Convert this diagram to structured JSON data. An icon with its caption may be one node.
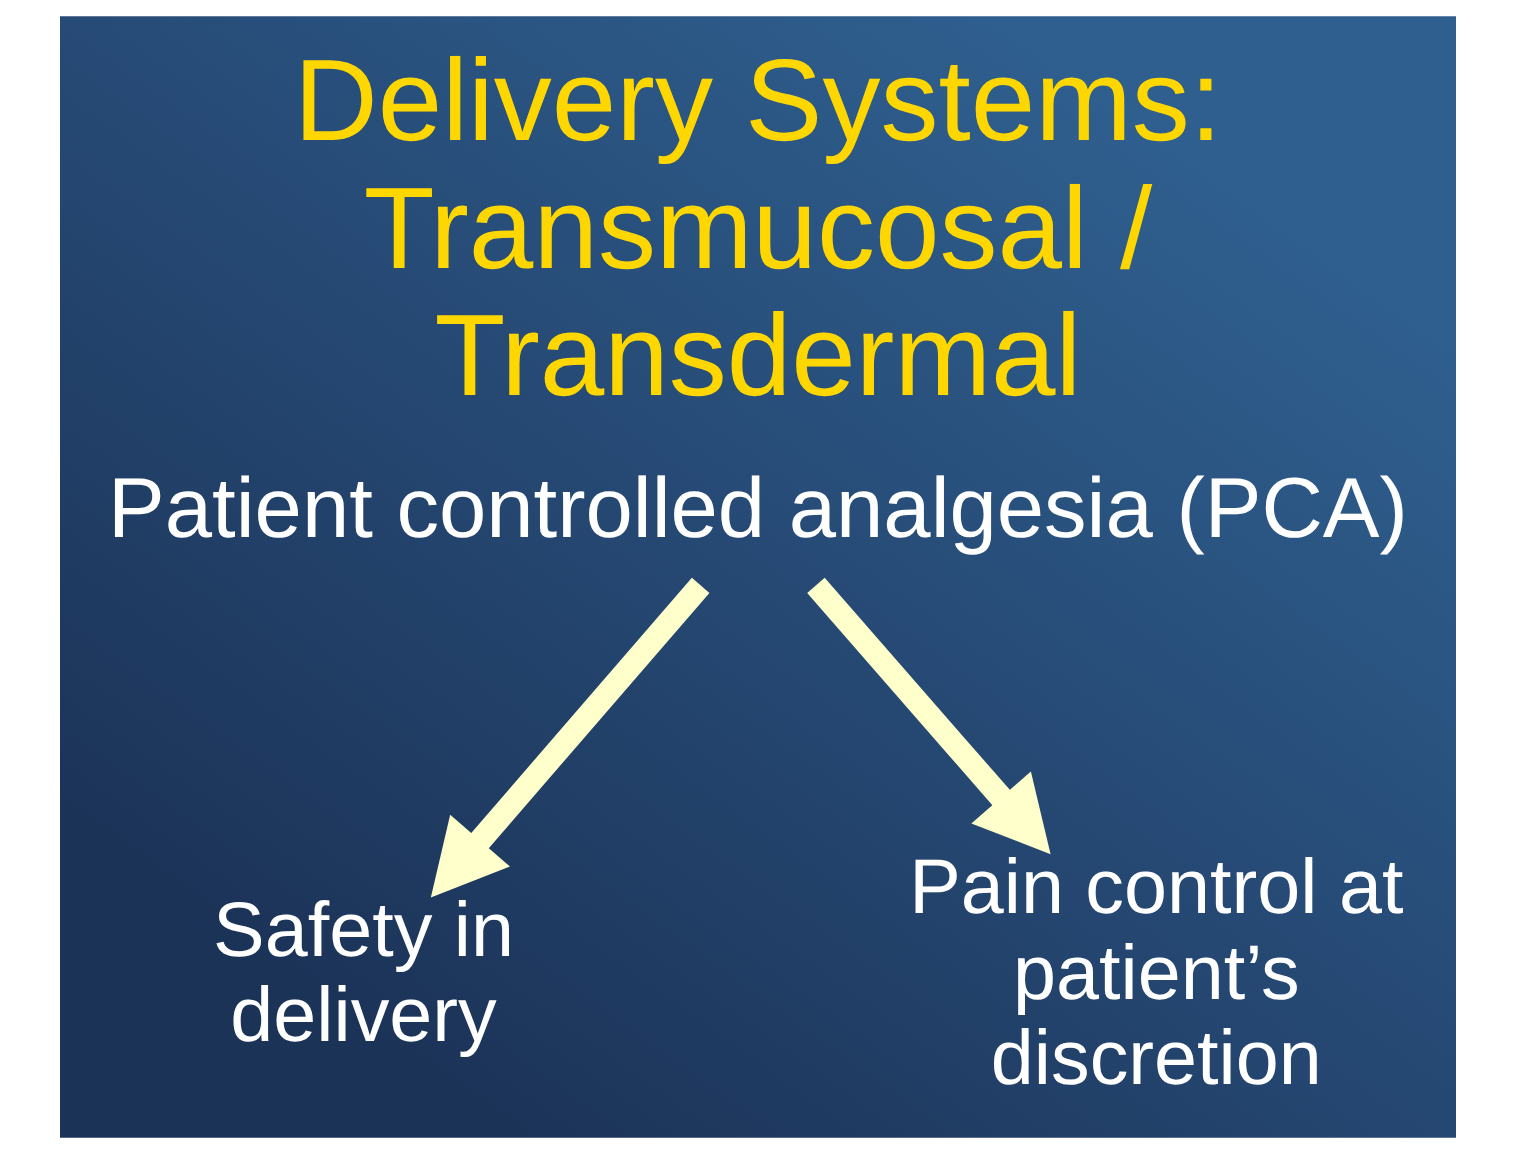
{
  "diagram": {
    "title": "Delivery Systems: Transmucosal / Transdermal",
    "nodes": [
      {
        "text": [
          "Patient controlled analgesia (PCA)"
        ]
      },
      {
        "text": [
          "Safety in delivery"
        ]
      },
      {
        "text": [
          "Pain control at patient’s discretion"
        ]
      }
    ],
    "edges": [
      {
        "from": 0,
        "to": 1,
        "arrow": "to"
      },
      {
        "from": 0,
        "to": 2,
        "arrow": "to"
      }
    ]
  }
}
